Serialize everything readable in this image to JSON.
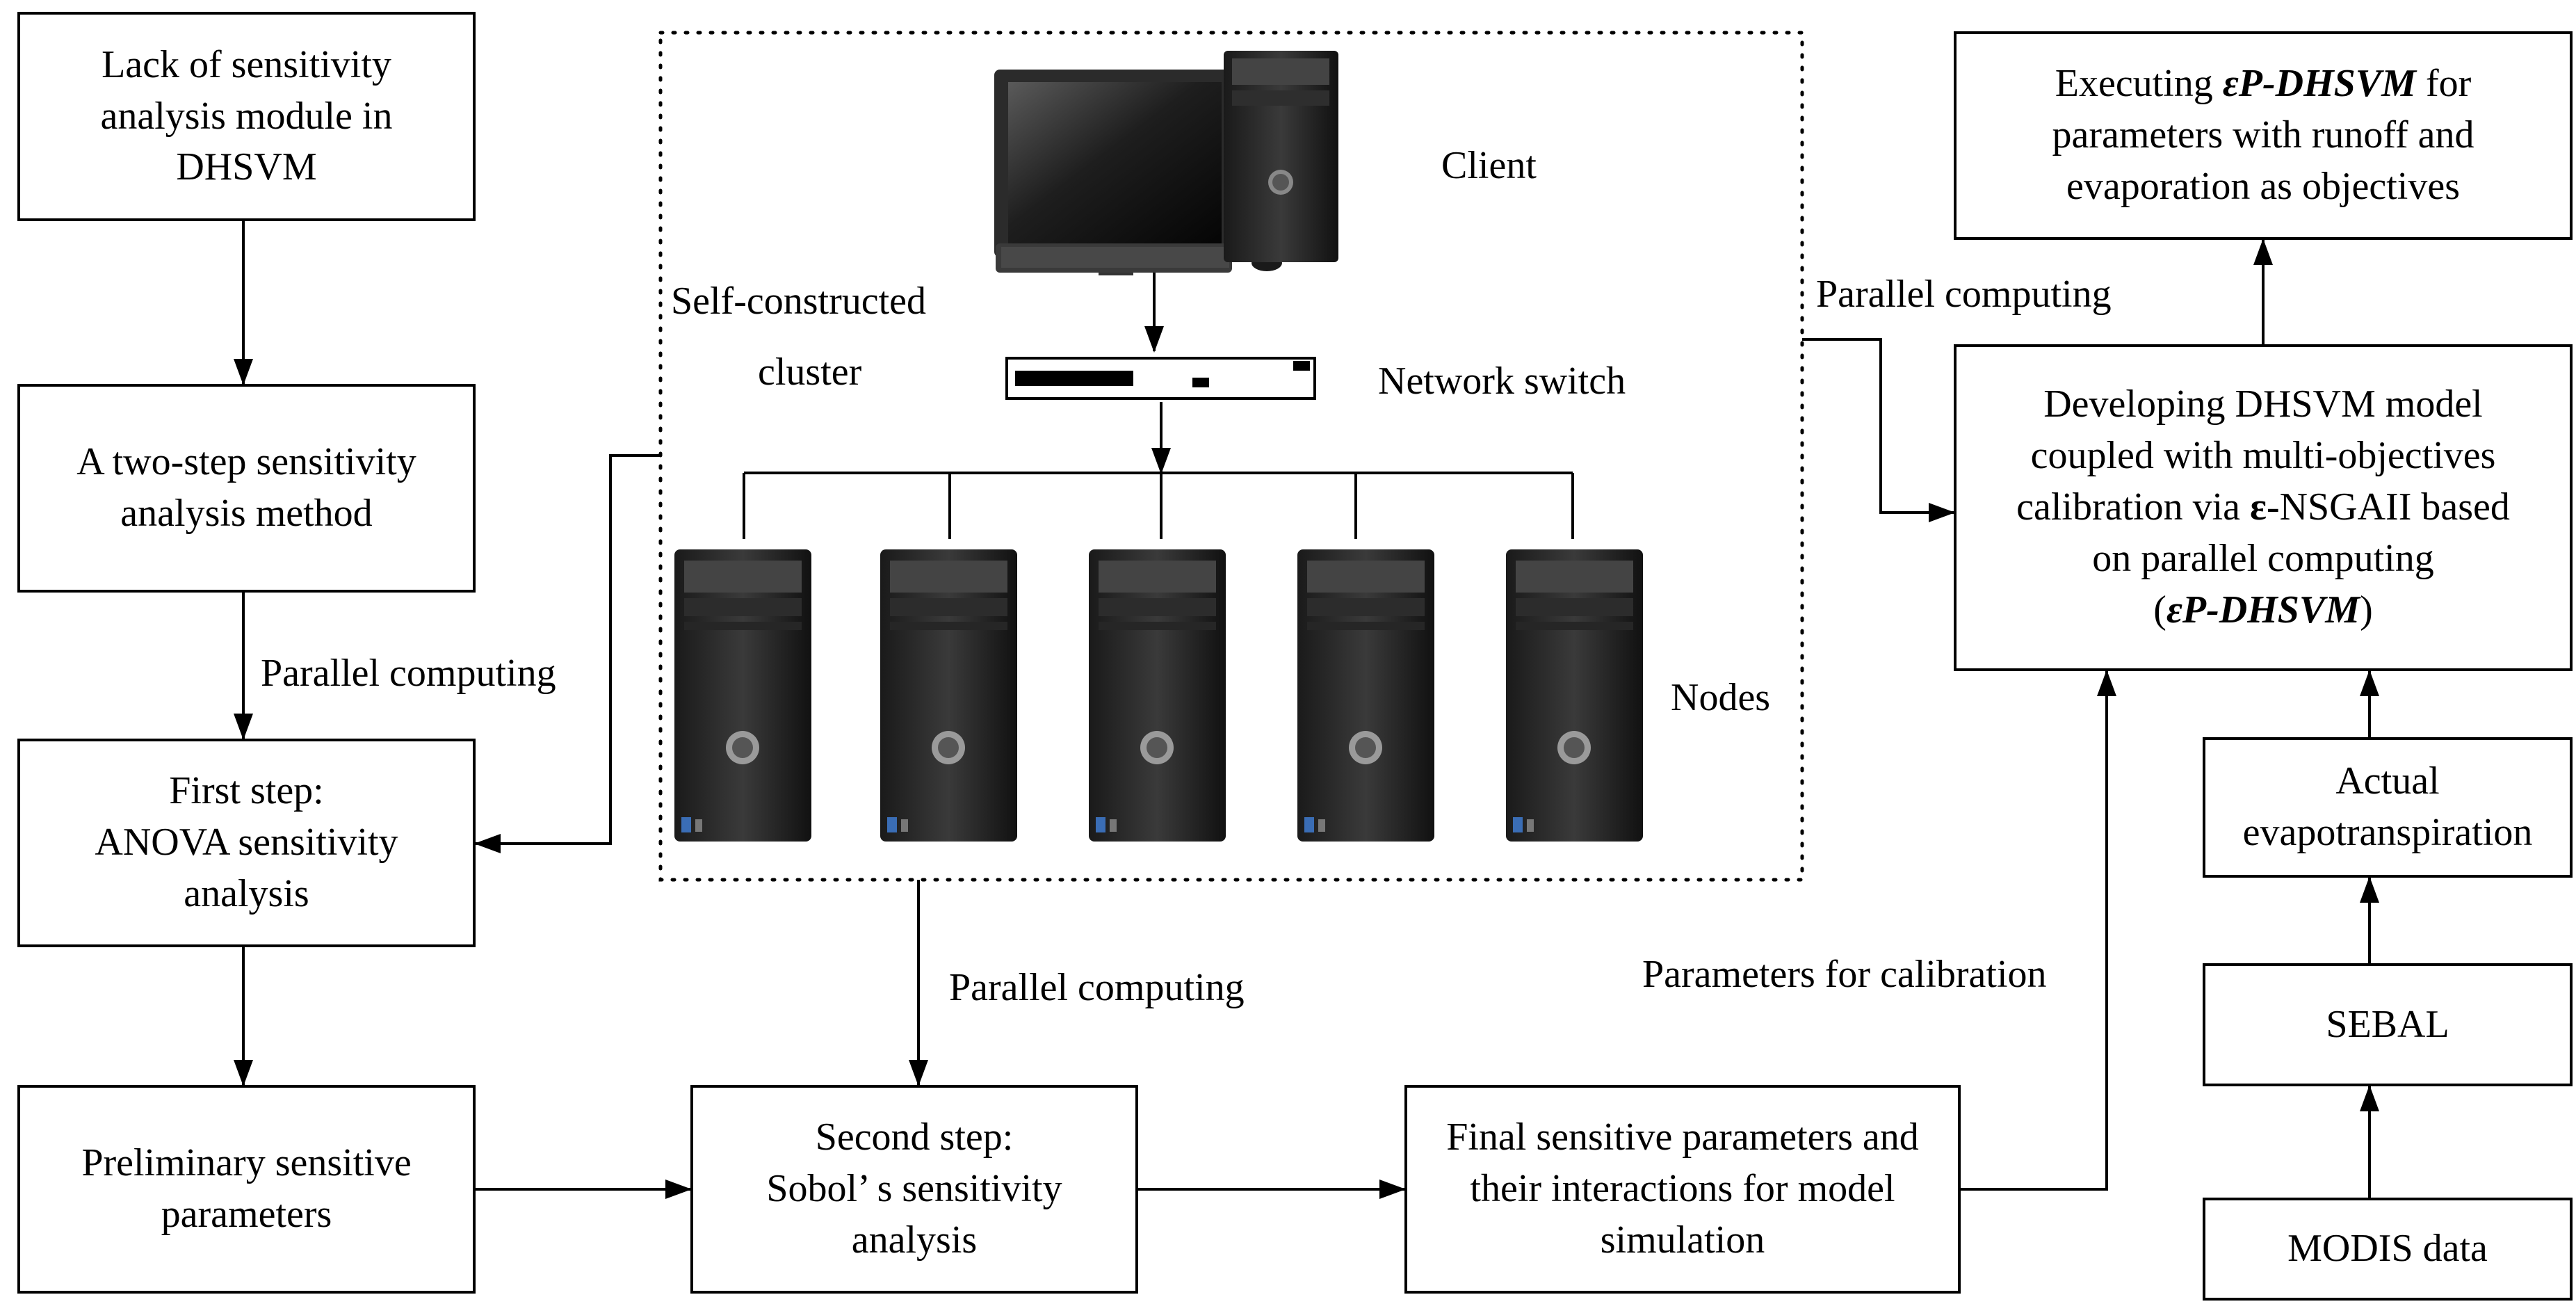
{
  "boxes": {
    "lack": [
      "Lack of sensitivity",
      "analysis module in",
      "DHSVM"
    ],
    "two_step": [
      "A two-step sensitivity",
      "analysis method"
    ],
    "first_step": [
      "First step:",
      "ANOVA sensitivity",
      "analysis"
    ],
    "preliminary": [
      "Preliminary sensitive",
      "parameters"
    ],
    "second_step": [
      "Second step:",
      "Sobol’ s sensitivity",
      "analysis"
    ],
    "final": [
      "Final sensitive parameters and",
      "their interactions for model",
      "simulation"
    ],
    "executing": {
      "line1_pre": "Executing ",
      "line1_em": "εP-DHSVM",
      "line1_post": " for",
      "line2": "parameters with runoff and",
      "line3": "evaporation as objectives"
    },
    "developing": {
      "line1": "Developing DHSVM model",
      "line2": "coupled with multi-objectives",
      "line3_pre": "calibration via ",
      "line3_bold": "ε",
      "line3_post": "-NSGAII based",
      "line4": "on parallel computing",
      "line5_open": "(",
      "line5_em": "εP-DHSVM",
      "line5_close": ")"
    },
    "actual_et": [
      "Actual",
      "evapotranspiration"
    ],
    "sebal": "SEBAL",
    "modis": "MODIS data"
  },
  "labels": {
    "parallel_left": "Parallel computing",
    "parallel_center": "Parallel computing",
    "parallel_right": "Parallel computing",
    "params_calibration": "Parameters for calibration",
    "client": "Client",
    "network_switch": "Network switch",
    "nodes": "Nodes",
    "cluster": [
      "Self-constructed",
      "cluster"
    ]
  },
  "icons": [
    "desktop-computer-icon",
    "tower-pc-icon",
    "network-switch-icon",
    "node-tower-icon"
  ]
}
